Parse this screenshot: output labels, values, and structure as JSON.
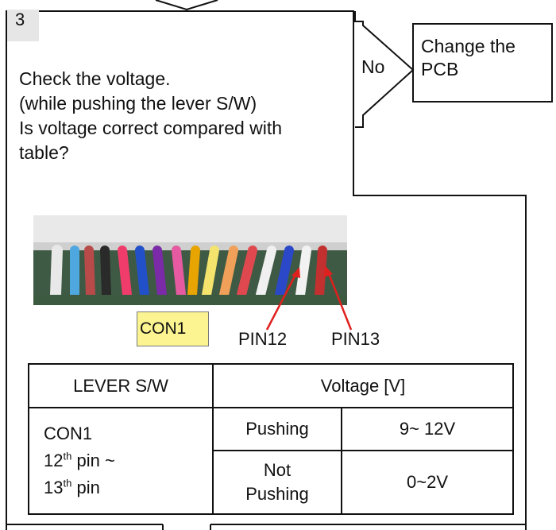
{
  "step": {
    "number": "3"
  },
  "question": {
    "line1": "Check the voltage.",
    "line2": "(while pushing the lever S/W)",
    "line3": "Is voltage correct compared with",
    "line4": "table?"
  },
  "branch": {
    "label": "No"
  },
  "result": {
    "line1": "Change the",
    "line2": "PCB"
  },
  "photo": {
    "connector_label": "CON1",
    "pin_a": "PIN12",
    "pin_b": "PIN13",
    "arrow_color": "#e0201e"
  },
  "table": {
    "col1_header": "LEVER S/W",
    "col2_header": "Voltage [V]",
    "connector": "CON1",
    "pin_a_num": "12",
    "pin_b_num": "13",
    "ordinal_suffix": "th",
    "pin_word": "pin",
    "range_sign": "~",
    "row1_state": "Pushing",
    "row1_voltage": "9~ 12V",
    "row2_state_line1": "Not",
    "row2_state_line2": "Pushing",
    "row2_voltage": "0~2V"
  }
}
